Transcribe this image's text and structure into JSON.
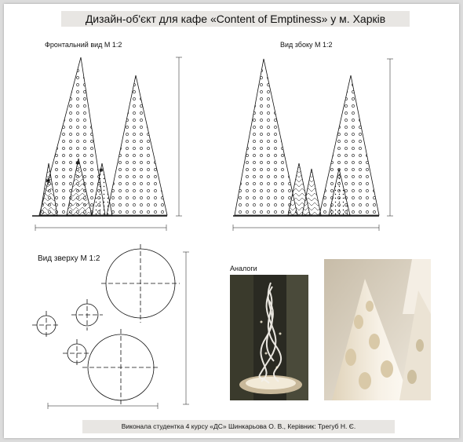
{
  "title": "Дизайн-об'єкт для кафе «Content of Emptiness» у м. Харків",
  "views": {
    "front": "Фронтальний вид М 1:2",
    "side": "Вид збоку М 1:2",
    "top": "Вид зверху М 1:2"
  },
  "analogs_label": "Аналоги",
  "footer": "Виконала студентка 4 курсу «ДС» Шинкарьова О. В., Керівник: Трегуб Н. Є.",
  "colors": {
    "band": "#e8e6e3",
    "ink": "#111111",
    "photo1_bg": "#2a2a22",
    "photo2_bg": "#d8cfc0"
  }
}
